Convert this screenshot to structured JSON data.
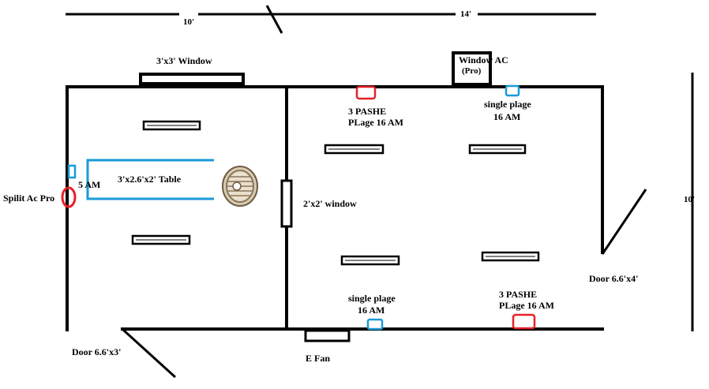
{
  "dimensions": {
    "top_left_width": "10'",
    "top_right_width": "14'",
    "right_height": "10'"
  },
  "labels": {
    "window_top_left": "3'x3' Window",
    "window_ac_line1": "Window AC",
    "window_ac_line2": "(Pro)",
    "three_pashe_top_line1": "3 PASHE",
    "three_pashe_top_line2": "PLage  16 AM",
    "single_plage_top_line1": "single plage",
    "single_plage_top_line2": "16 AM",
    "table": "3'x2.6'x2' Table",
    "five_am": "5 AM",
    "split_ac": "Spilit Ac Pro",
    "middle_window": "2'x2' window",
    "door_right": "Door 6.6'x4'",
    "door_left": "Door 6.6'x3'",
    "single_plage_bottom_line1": "single plage",
    "single_plage_bottom_line2": "16 AM",
    "three_pashe_bottom_line1": "3 PASHE",
    "three_pashe_bottom_line2": "PLage  16 AM",
    "exhaust_fan": "E Fan"
  },
  "colors": {
    "wall": "#000000",
    "three_phase_socket": "#e8202a",
    "single_socket": "#1a9ad8",
    "table_outline": "#1a9ad8",
    "split_ac": "#e8202a"
  },
  "icons": {
    "ceiling_fan": "fan-icon"
  }
}
